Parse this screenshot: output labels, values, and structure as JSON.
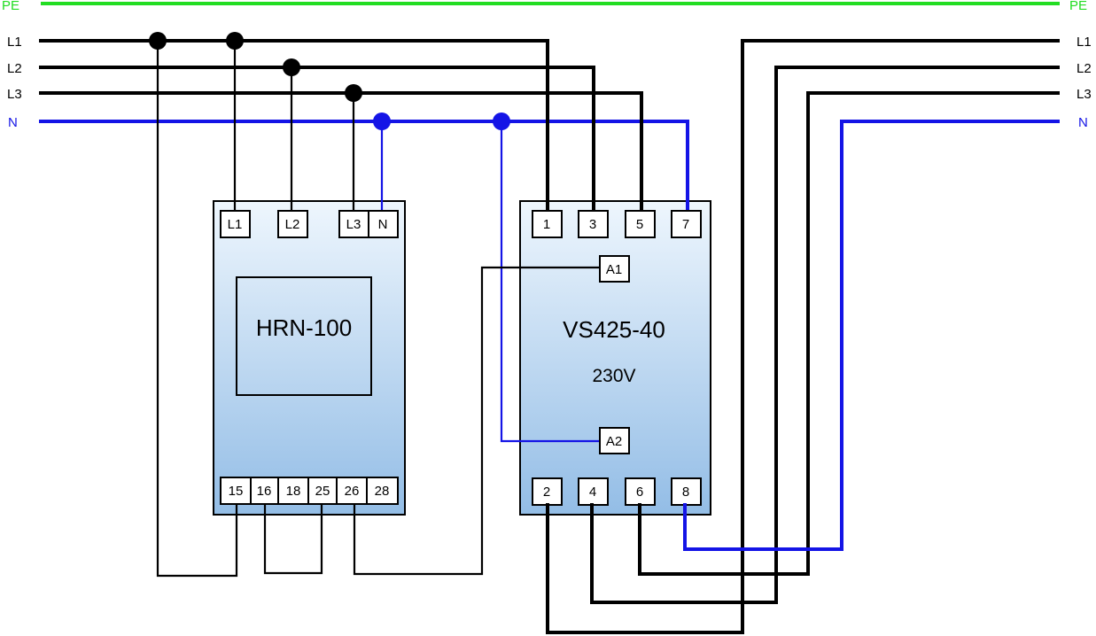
{
  "colors": {
    "pe": "#22dd22",
    "phase": "#000000",
    "neutral": "#1414e6",
    "device_top": "#eef6fd",
    "device_bottom": "#93bde6"
  },
  "rails": {
    "pe": "PE",
    "l1": "L1",
    "l2": "L2",
    "l3": "L3",
    "n": "N"
  },
  "hrn": {
    "name": "HRN-100",
    "top_terminals": [
      "L1",
      "L2",
      "L3",
      "N"
    ],
    "bottom_terminals": [
      "15",
      "16",
      "18",
      "25",
      "26",
      "28"
    ]
  },
  "contactor": {
    "name": "VS425-40",
    "voltage": "230V",
    "top_terminals": [
      "1",
      "3",
      "5",
      "7"
    ],
    "coil_terminals": [
      "A1",
      "A2"
    ],
    "bottom_terminals": [
      "2",
      "4",
      "6",
      "8"
    ]
  }
}
